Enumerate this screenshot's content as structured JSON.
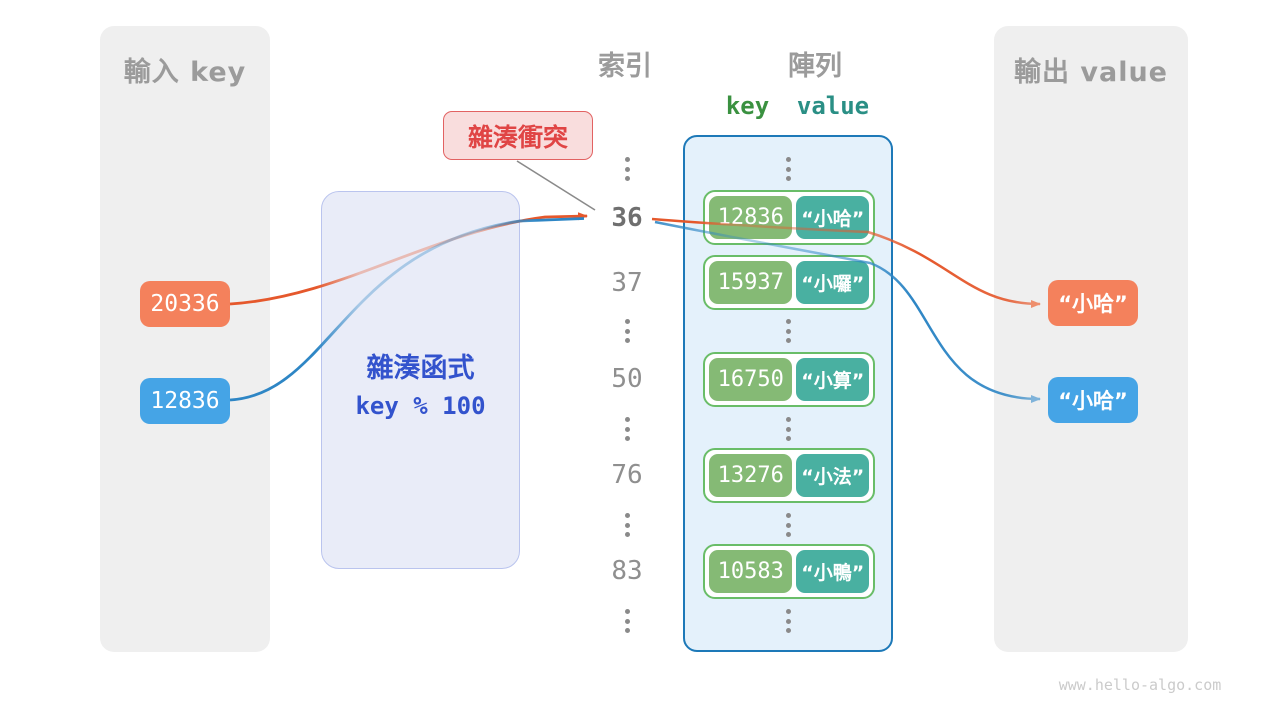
{
  "input_panel": {
    "title": "輸入 key",
    "keys": [
      "20336",
      "12836"
    ]
  },
  "output_panel": {
    "title": "輸出 value",
    "values": [
      "“小哈”",
      "“小哈”"
    ]
  },
  "hash_function": {
    "title": "雜湊函式",
    "formula": "key % 100"
  },
  "collision": {
    "label": "雜湊衝突"
  },
  "columns": {
    "index_header": "索引",
    "array_header": "陣列",
    "key_header": "key",
    "value_header": "value"
  },
  "index_labels": [
    "36",
    "37",
    "50",
    "76",
    "83"
  ],
  "array_rows": [
    {
      "key": "12836",
      "value": "“小哈”"
    },
    {
      "key": "15937",
      "value": "“小囉”"
    },
    {
      "key": "16750",
      "value": "“小算”"
    },
    {
      "key": "13276",
      "value": "“小法”"
    },
    {
      "key": "10583",
      "value": "“小鴨”"
    }
  ],
  "watermark": "www.hello-algo.com",
  "colors": {
    "orange": "#f4815c",
    "blue": "#45a4e6",
    "green_key": "#85ba75",
    "teal_value": "#49b0a1",
    "indigo_text": "#3353cd",
    "collision_red": "#e04545",
    "array_border": "#1d79b8",
    "arrow_orange": "#e5582c",
    "arrow_blue": "#2e86c5"
  }
}
